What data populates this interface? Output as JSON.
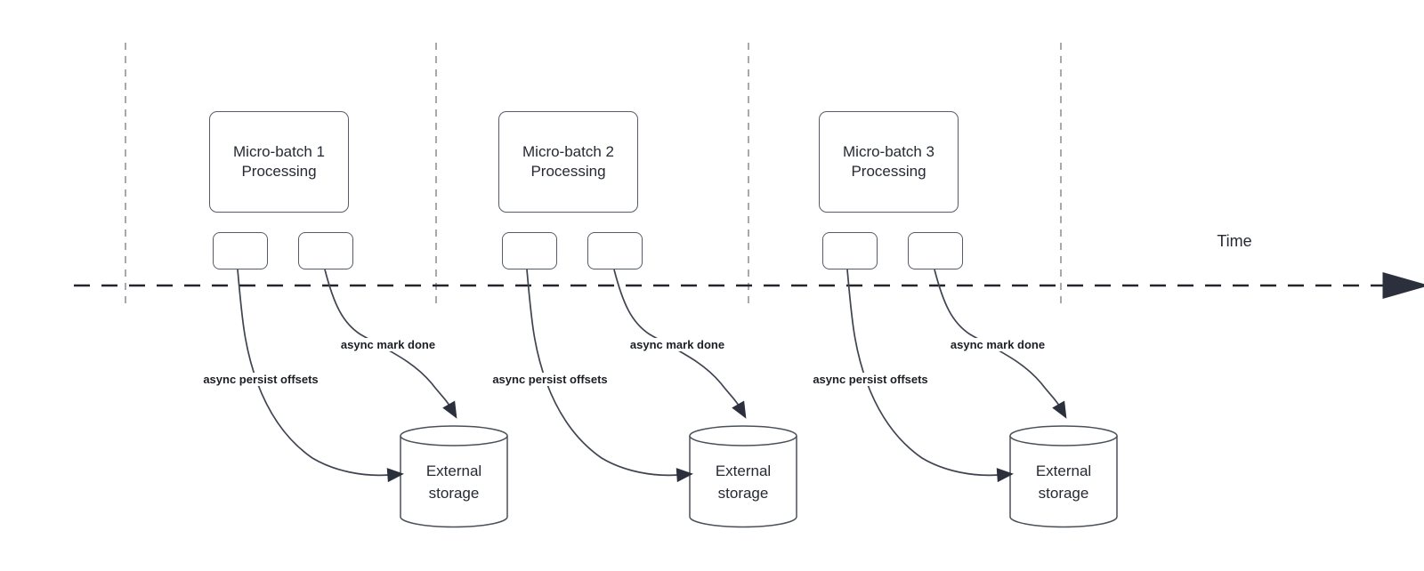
{
  "diagram": {
    "time_axis_label": "Time",
    "sections": [
      {
        "processing_title_line1": "Micro-batch 1",
        "processing_title_line2": "Processing",
        "persist_arrow_label": "async persist offsets",
        "mark_done_arrow_label": "async mark done",
        "storage_title_line1": "External",
        "storage_title_line2": "storage"
      },
      {
        "processing_title_line1": "Micro-batch 2",
        "processing_title_line2": "Processing",
        "persist_arrow_label": "async persist offsets",
        "mark_done_arrow_label": "async mark done",
        "storage_title_line1": "External",
        "storage_title_line2": "storage"
      },
      {
        "processing_title_line1": "Micro-batch 3",
        "processing_title_line2": "Processing",
        "persist_arrow_label": "async persist offsets",
        "mark_done_arrow_label": "async mark done",
        "storage_title_line1": "External",
        "storage_title_line2": "storage"
      }
    ],
    "colors": {
      "background": "#ffffff",
      "shape_stroke": "#565c66",
      "connector_stroke": "#3f4450",
      "timeline_stroke": "#24262c",
      "guide_line_stroke": "#a6a9ae",
      "text_primary": "#262a33",
      "edge_label_text": "#1b1e24"
    }
  }
}
